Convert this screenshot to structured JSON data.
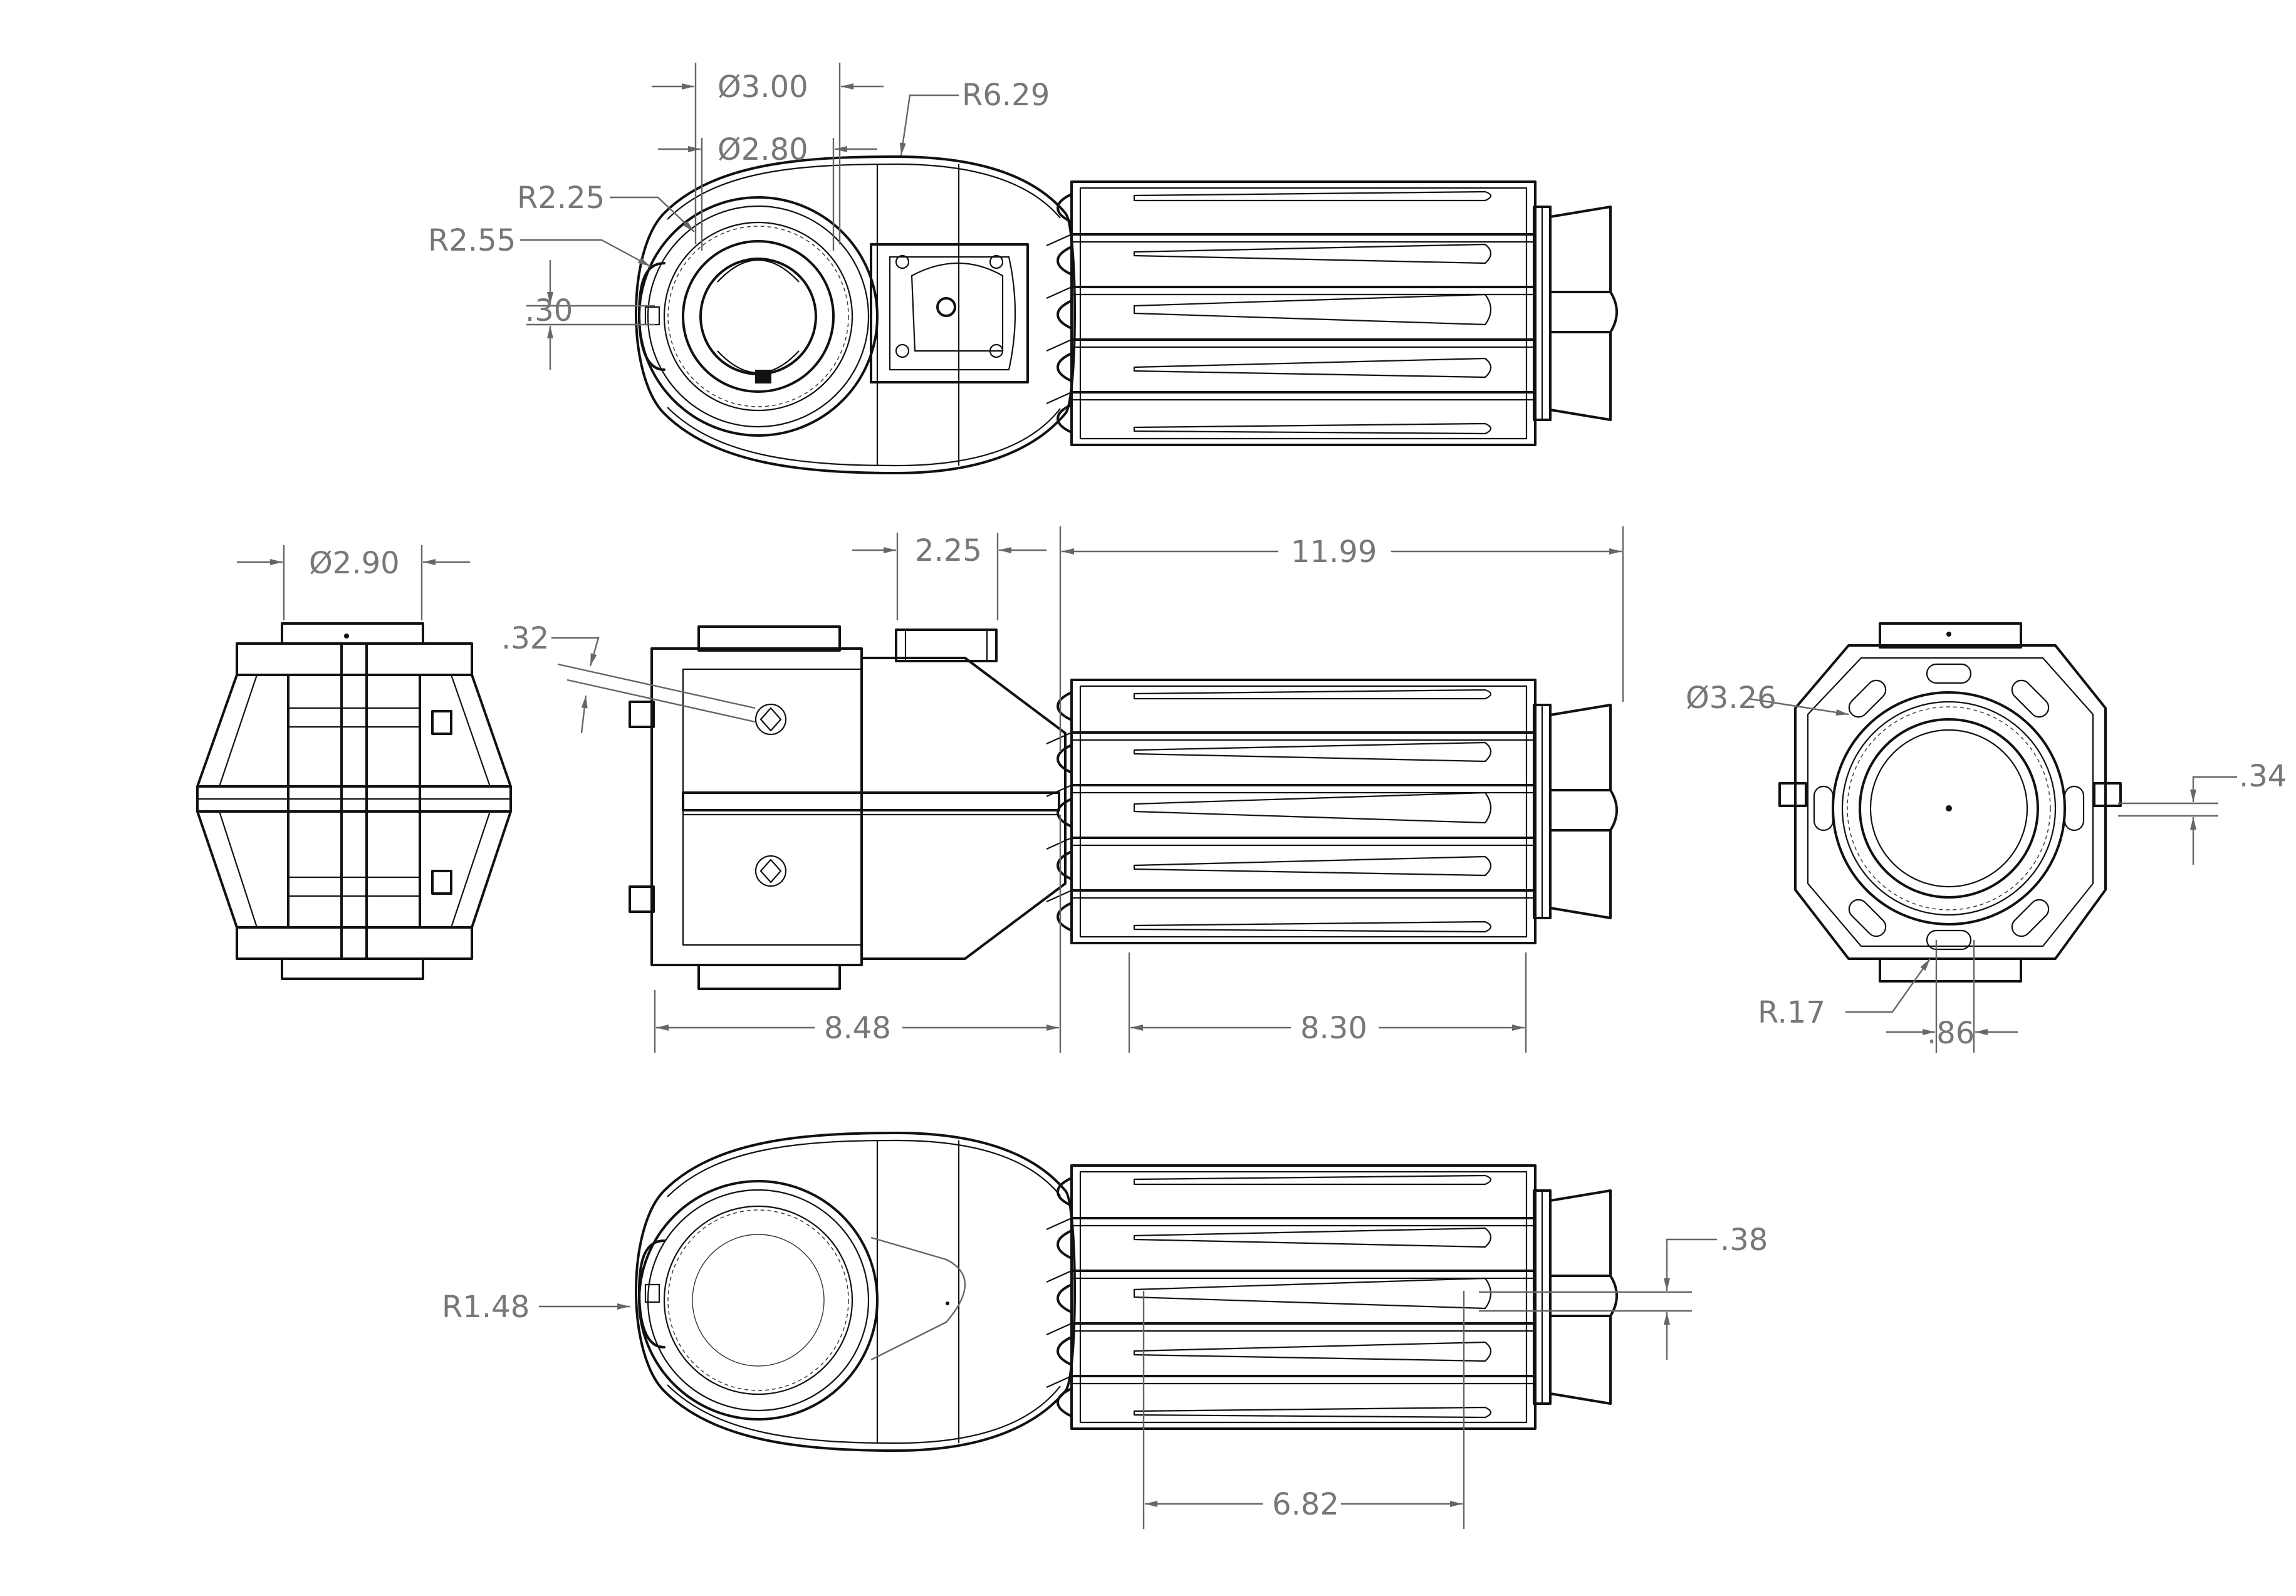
{
  "dimensions": {
    "top_dia_outer": "Ø3.00",
    "top_dia_inner": "Ø2.80",
    "top_r_body": "R6.29",
    "top_r_inner": "R2.25",
    "top_r_outer": "R2.55",
    "top_slot": ".30",
    "left_dia": "Ø2.90",
    "front_offset": ".32",
    "front_width_small": "2.25",
    "front_length_right": "11.99",
    "front_length_left": "8.48",
    "front_length_cage": "8.30",
    "right_dia": "Ø3.26",
    "right_slot": ".34",
    "right_radius": "R.17",
    "right_spacing": ".86",
    "bottom_radius": "R1.48",
    "bottom_gap": ".38",
    "bottom_length": "6.82"
  }
}
